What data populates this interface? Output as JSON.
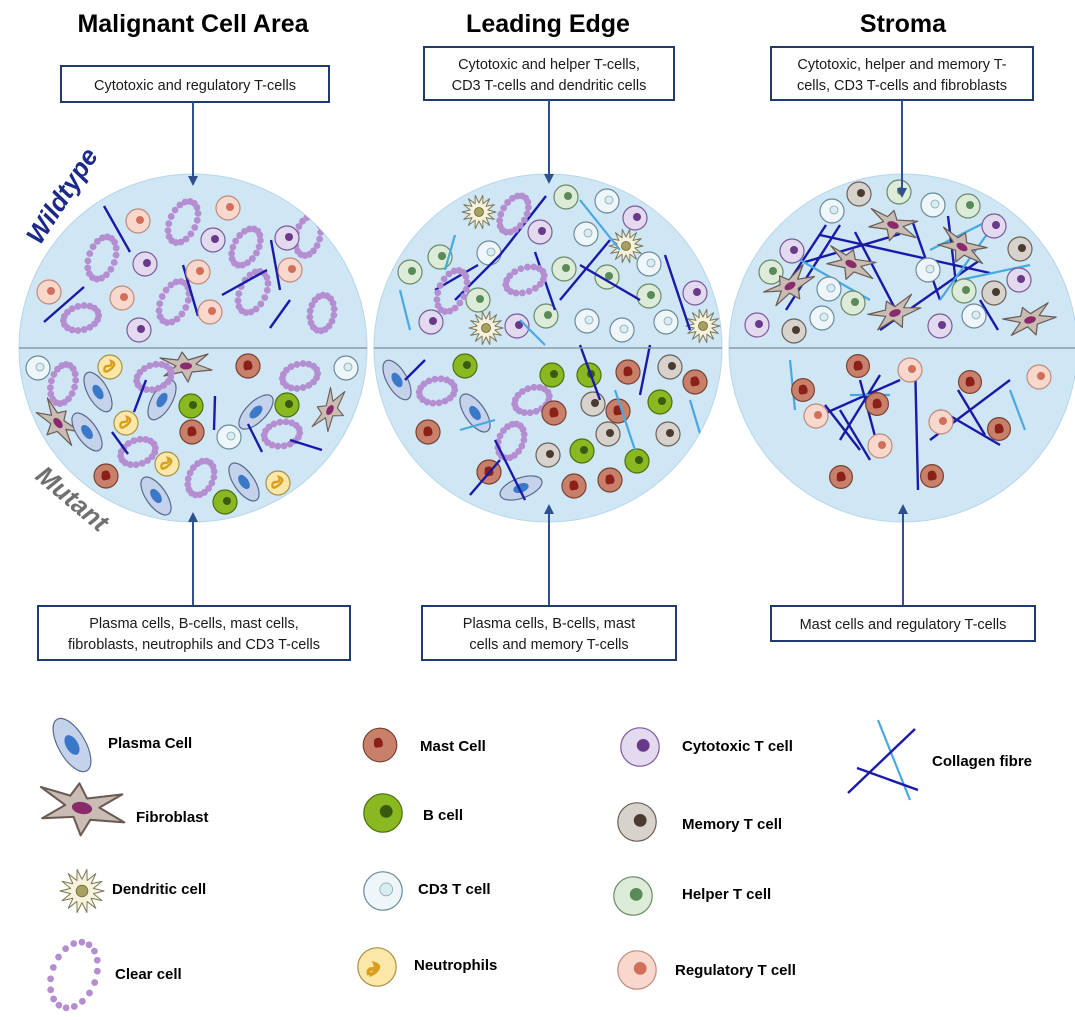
{
  "panels": [
    {
      "title": "Malignant Cell Area",
      "top_box": [
        "Cytotoxic and regulatory T-cells"
      ],
      "bottom_box": [
        "Plasma cells, B-cells, mast cells,",
        "fibroblasts, neutrophils and CD3 T-cells"
      ]
    },
    {
      "title": "Leading Edge",
      "top_box": [
        "Cytotoxic and helper T-cells,",
        "CD3 T-cells and dendritic cells"
      ],
      "bottom_box": [
        "Plasma cells, B-cells, mast",
        "cells and memory T-cells"
      ]
    },
    {
      "title": "Stroma",
      "top_box": [
        "Cytotoxic, helper and memory T-",
        "cells, CD3 T-cells and fibroblasts"
      ],
      "bottom_box": [
        "Mast cells and regulatory T-cells"
      ]
    }
  ],
  "side_labels": {
    "top": "Wildtype",
    "bottom": "Mutant"
  },
  "legend": [
    {
      "id": "plasma",
      "label": "Plasma Cell"
    },
    {
      "id": "fibroblast",
      "label": "Fibroblast"
    },
    {
      "id": "dendritic",
      "label": "Dendritic cell"
    },
    {
      "id": "clear",
      "label": "Clear cell"
    },
    {
      "id": "mast",
      "label": "Mast Cell"
    },
    {
      "id": "bcell",
      "label": "B cell"
    },
    {
      "id": "cd3",
      "label": "CD3 T cell"
    },
    {
      "id": "neutrophil",
      "label": "Neutrophils"
    },
    {
      "id": "cytotoxic",
      "label": "Cytotoxic T cell"
    },
    {
      "id": "memory",
      "label": "Memory T cell"
    },
    {
      "id": "helper",
      "label": "Helper T cell"
    },
    {
      "id": "regulatory",
      "label": "Regulatory T cell"
    },
    {
      "id": "collagen",
      "label": "Collagen fibre"
    }
  ],
  "colors": {
    "circle_fill": "#cfe6f5",
    "box_stroke": "#1f3a6b",
    "arrow": "#2f4f8f",
    "wildtype_label": "#1a2a8a",
    "mutant_label": "#707070",
    "clear_cell": "#b48ed0",
    "collagen_dark": "#1a1aa8",
    "collagen_light": "#4aa8e0"
  }
}
